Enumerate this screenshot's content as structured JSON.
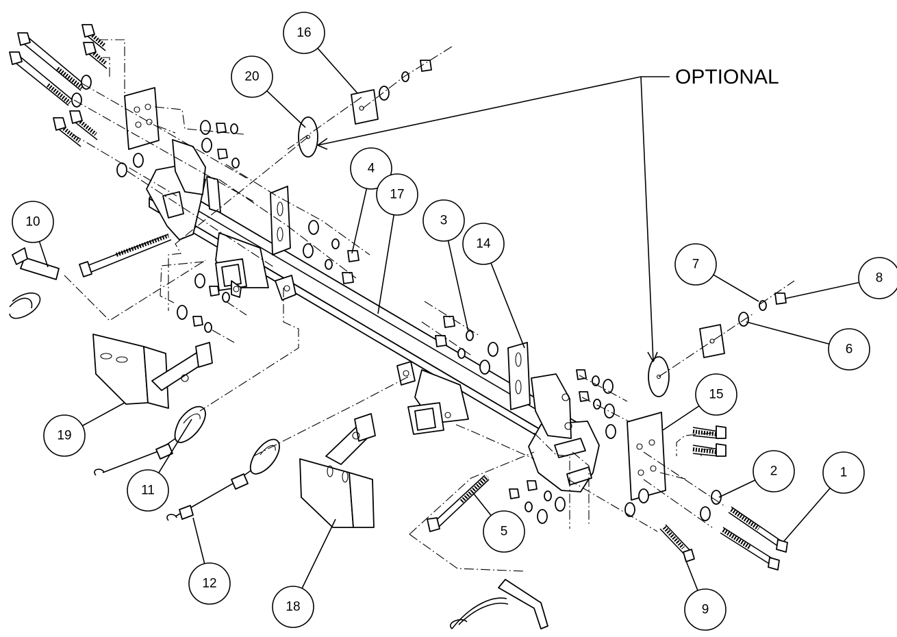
{
  "optional_label": "OPTIONAL",
  "callouts": [
    {
      "id": "c1",
      "label": "1"
    },
    {
      "id": "c2",
      "label": "2"
    },
    {
      "id": "c3",
      "label": "3"
    },
    {
      "id": "c4",
      "label": "4"
    },
    {
      "id": "c5",
      "label": "5"
    },
    {
      "id": "c6",
      "label": "6"
    },
    {
      "id": "c7",
      "label": "7"
    },
    {
      "id": "c8",
      "label": "8"
    },
    {
      "id": "c9",
      "label": "9"
    },
    {
      "id": "c10",
      "label": "10"
    },
    {
      "id": "c11",
      "label": "11"
    },
    {
      "id": "c12",
      "label": "12"
    },
    {
      "id": "c14",
      "label": "14"
    },
    {
      "id": "c15",
      "label": "15"
    },
    {
      "id": "c16",
      "label": "16"
    },
    {
      "id": "c17",
      "label": "17"
    },
    {
      "id": "c18",
      "label": "18"
    },
    {
      "id": "c19",
      "label": "19"
    },
    {
      "id": "c20",
      "label": "20"
    }
  ],
  "colors": {
    "line": "#000000",
    "background": "#ffffff"
  }
}
